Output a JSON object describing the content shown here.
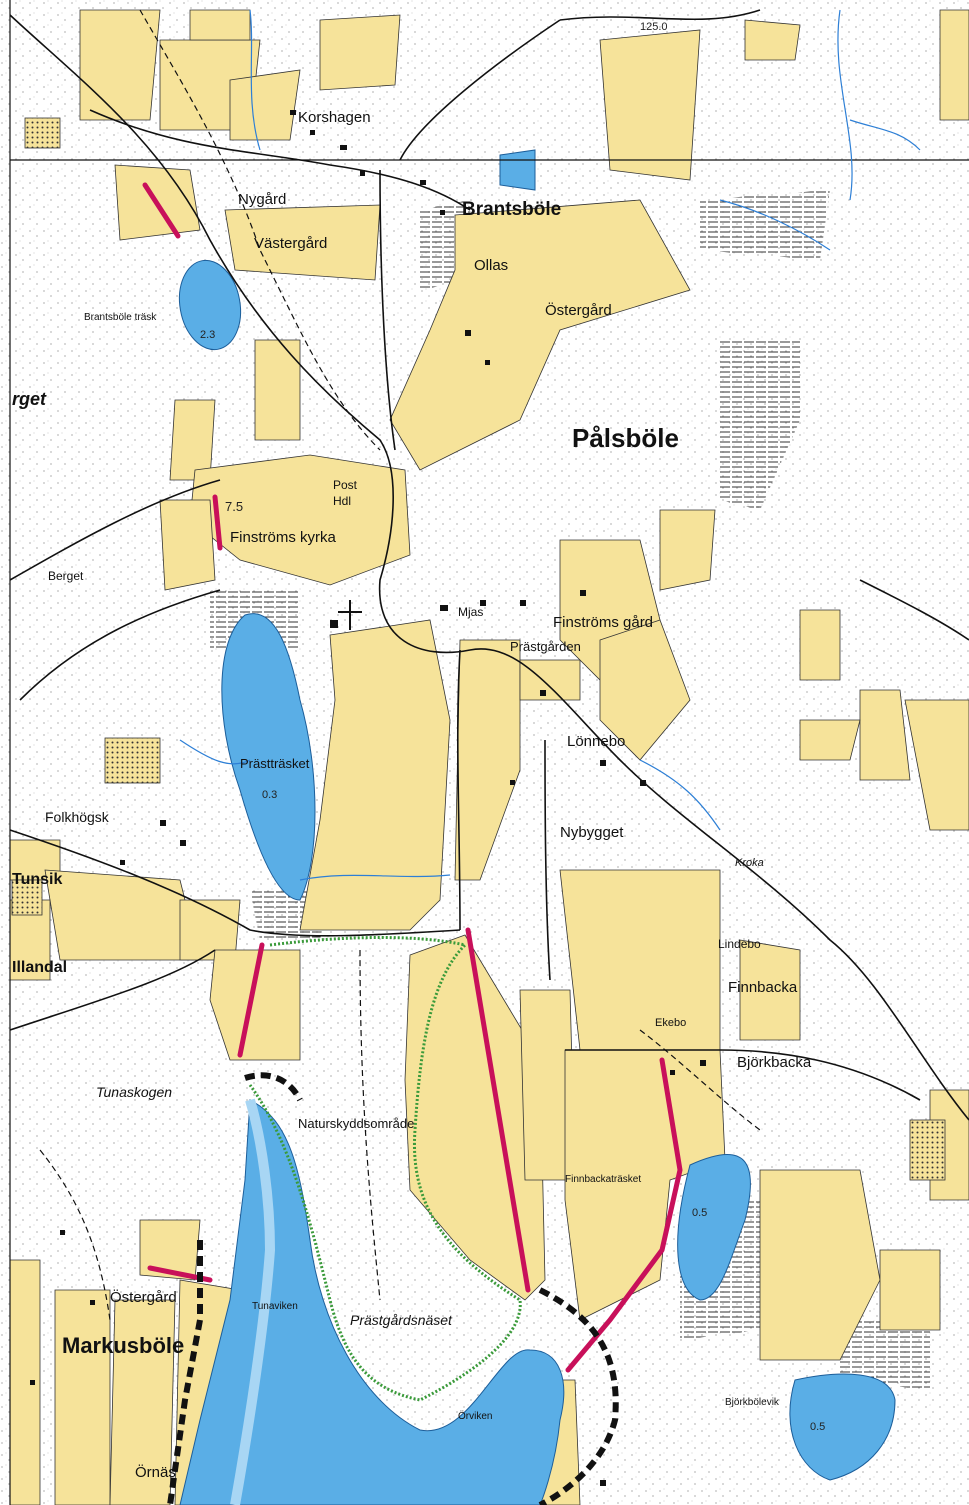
{
  "places": {
    "korshagen": "Korshagen",
    "nygard": "Nygård",
    "vastergard": "Västergård",
    "brantsbole": "Brantsböle",
    "ollas": "Ollas",
    "ostergard_n": "Östergård",
    "palsbole": "Pålsböle",
    "finstroms_kyrka": "Finströms kyrka",
    "post_hdl": "Post\nHdl",
    "berget": "Berget",
    "mjas": "Mjas",
    "finstroms_gard": "Finströms gård",
    "prastgarden": "Prästgården",
    "lonnebo": "Lönnebo",
    "prasttrasket": "Prästträsket",
    "folkhogsk": "Folkhögsk",
    "nybygget": "Nybygget",
    "kroka": "Kroka",
    "lindebo": "Lindebo",
    "finnbacka": "Finnbacka",
    "ekebo": "Ekebo",
    "bjorkbacka": "Björkbacka",
    "tunaskogen": "Tunaskogen",
    "naturskyddsomrade": "Naturskyddsområde",
    "finnbackatrasket": "Finnbackaträsket",
    "ostergard_s": "Östergård",
    "markusbole": "Markusböle",
    "tunaviken": "Tunaviken",
    "prastgardsnaset": "Prästgårdsnäset",
    "orviken": "Örviken",
    "ormas": "Örnäs",
    "bjorkbolevik": "Björkbölevik",
    "brantsbole_trask": "Brantsböle träsk",
    "illandal": "Illandal",
    "tunsik": "Tunsik",
    "rget": "rget"
  },
  "numbers": {
    "elev_125": "125.0",
    "elev_75": "7.5",
    "elev_23": "2.3",
    "elev_03": "0.3",
    "elev_05a": "0.5",
    "elev_05b": "0.5"
  },
  "colors": {
    "field": "#f6e39a",
    "water": "#5aaee6",
    "road": "#111111",
    "route": "#c8105a",
    "reserve": "#3a9a3a",
    "stream": "#2d7fd6"
  }
}
